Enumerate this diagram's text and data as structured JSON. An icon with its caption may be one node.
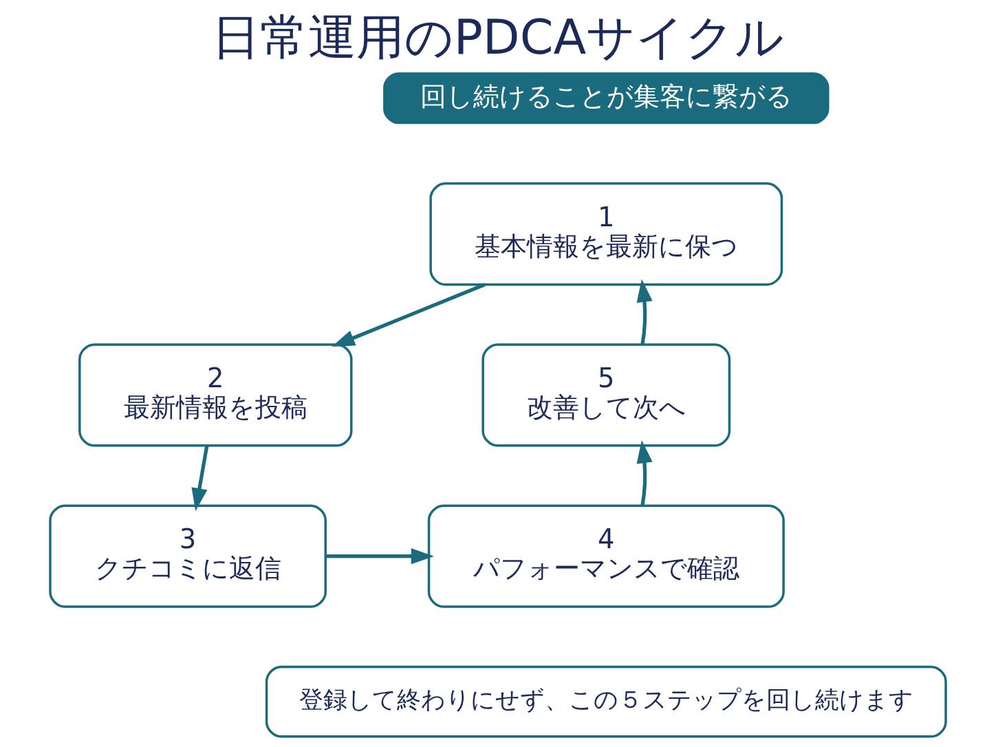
{
  "diagram": {
    "title": "日常運用のPDCAサイクル",
    "nodes": [
      {
        "text": [
          "回し続けることが集客に繋がる"
        ]
      },
      {
        "text": [
          "1",
          "基本情報を最新に保つ"
        ]
      },
      {
        "text": [
          "2",
          "最新情報を投稿"
        ]
      },
      {
        "text": [
          "3",
          "クチコミに返信"
        ]
      },
      {
        "text": [
          "4",
          "パフォーマンスで確認"
        ]
      },
      {
        "text": [
          "5",
          "改善して次へ"
        ]
      },
      {
        "text": [
          "登録して終わりにせず、この５ステップを回し続けます"
        ]
      }
    ],
    "edges": [
      {
        "from": 1,
        "to": 2,
        "arrow": "to",
        "color": "#1a6b7e"
      },
      {
        "from": 2,
        "to": 3,
        "arrow": "to",
        "color": "#1a6b7e"
      },
      {
        "from": 3,
        "to": 4,
        "arrow": "to",
        "color": "#1a6b7e"
      },
      {
        "from": 4,
        "to": 5,
        "arrow": "to",
        "color": "#1a6b7e"
      },
      {
        "from": 5,
        "to": 1,
        "arrow": "to",
        "color": "#1a6b7e"
      }
    ]
  }
}
